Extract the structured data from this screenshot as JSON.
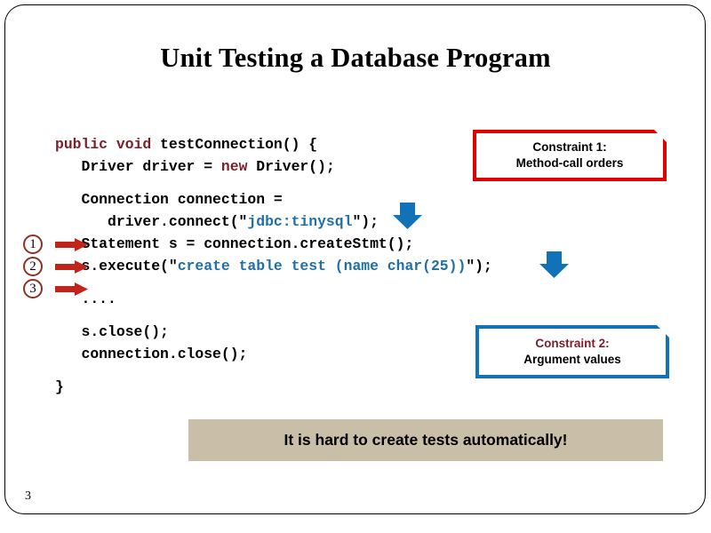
{
  "slide": {
    "title": "Unit Testing a Database Program",
    "page_number": "3",
    "accent_colors": {
      "keyword": "#7b1f28",
      "string": "#1f6fa8",
      "constraint1_border": "#e00000",
      "constraint2_border": "#1272b8",
      "banner_background": "#c9bfa8",
      "red_arrow": "#c0241a",
      "blue_arrow": "#1272b8",
      "circle_number_border": "#8c3326"
    }
  },
  "code": {
    "lines": [
      {
        "id": "line-1",
        "indent": 0,
        "segments": [
          {
            "text": "public void ",
            "style": "kw"
          },
          {
            "text": "testConnection() {",
            "style": "plain"
          }
        ]
      },
      {
        "id": "line-2",
        "indent": 0,
        "segments": [
          {
            "text": "   Driver driver = ",
            "style": "plain"
          },
          {
            "text": "new ",
            "style": "kw"
          },
          {
            "text": "Driver();",
            "style": "plain"
          }
        ]
      },
      {
        "id": "line-3",
        "indent": 0,
        "segments": [
          {
            "text": "   Connection connection =",
            "style": "plain"
          }
        ]
      },
      {
        "id": "line-4",
        "indent": 0,
        "segments": [
          {
            "text": "      driver.connect(\"",
            "style": "plain"
          },
          {
            "text": "jdbc:tinysql",
            "style": "str"
          },
          {
            "text": "\");",
            "style": "plain"
          }
        ]
      },
      {
        "id": "line-5",
        "indent": 0,
        "segments": [
          {
            "text": "   Statement s = connection.createStmt();",
            "style": "plain"
          }
        ]
      },
      {
        "id": "line-6",
        "indent": 0,
        "segments": [
          {
            "text": "   s.execute(\"",
            "style": "plain"
          },
          {
            "text": "create table test (name char(25))",
            "style": "str"
          },
          {
            "text": "\");",
            "style": "plain"
          }
        ]
      },
      {
        "id": "line-7",
        "indent": 0,
        "segments": [
          {
            "text": "   ....",
            "style": "plain"
          }
        ]
      },
      {
        "id": "line-8",
        "indent": 0,
        "segments": [
          {
            "text": "   s.close();",
            "style": "plain"
          }
        ]
      },
      {
        "id": "line-9",
        "indent": 0,
        "segments": [
          {
            "text": "   connection.close();",
            "style": "plain"
          }
        ]
      },
      {
        "id": "line-10",
        "indent": 0,
        "segments": [
          {
            "text": "}",
            "style": "plain"
          }
        ]
      }
    ]
  },
  "markers": [
    {
      "number": "1",
      "icon": "red-right-arrow-icon"
    },
    {
      "number": "2",
      "icon": "red-right-arrow-icon"
    },
    {
      "number": "3",
      "icon": "red-right-arrow-icon"
    }
  ],
  "callouts": {
    "constraint1": {
      "line1": "Constraint 1:",
      "line2": "Method-call orders"
    },
    "constraint2": {
      "line1": "Constraint 2:",
      "line2": "Argument values"
    }
  },
  "banner": {
    "text": "It is hard to create tests automatically!"
  },
  "arrows": {
    "blue_down_1": "blue-down-arrow-icon",
    "blue_down_2": "blue-down-arrow-icon"
  }
}
